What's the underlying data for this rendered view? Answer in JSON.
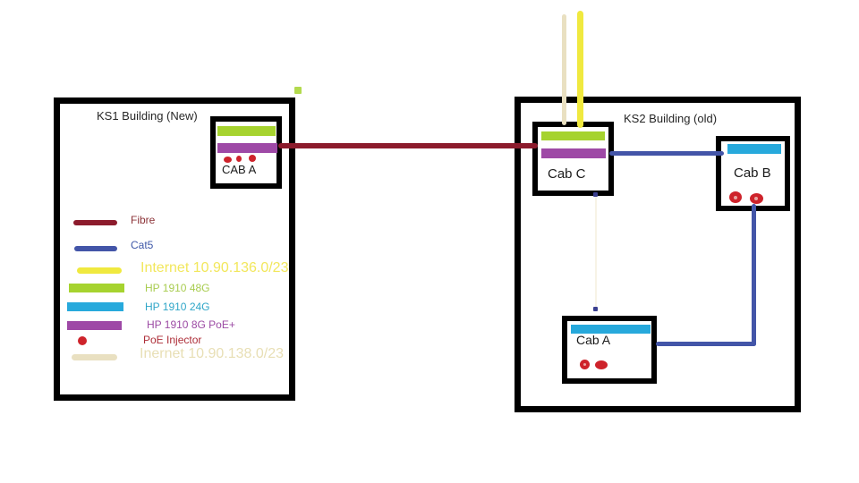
{
  "left_building": {
    "title": "KS1 Building (New)",
    "cab": {
      "label": "CAB A"
    }
  },
  "right_building": {
    "title": "KS2 Building (old)",
    "cab_c": {
      "label": "Cab C"
    },
    "cab_b": {
      "label": "Cab B"
    },
    "cab_a": {
      "label": "Cab A"
    }
  },
  "legend": {
    "items": [
      {
        "name": "fibre",
        "label": "Fibre",
        "swatch_color": "#8C1B2C",
        "text_color": "#8C3338"
      },
      {
        "name": "cat5",
        "label": "Cat5",
        "swatch_color": "#4355A8",
        "text_color": "#3E57A8"
      },
      {
        "name": "internet-136",
        "label": "Internet 10.90.136.0/23",
        "swatch_color": "#F0E93F",
        "text_color": "#F2E75C"
      },
      {
        "name": "hp-1910-48g",
        "label": "HP 1910 48G",
        "swatch_color": "#A6D32F",
        "text_color": "#A8CC4F"
      },
      {
        "name": "hp-1910-24g",
        "label": "HP 1910 24G",
        "swatch_color": "#27A9DC",
        "text_color": "#2FA6C8"
      },
      {
        "name": "hp-1910-8g-poe",
        "label": "HP 1910 8G PoE+",
        "swatch_color": "#9E49A6",
        "text_color": "#9C4BA4"
      },
      {
        "name": "poe-injector",
        "label": "PoE Injector",
        "swatch_color": "#CE232B",
        "text_color": "#AD2E38"
      },
      {
        "name": "internet-138",
        "label": "Inernet 10.90.138.0/23",
        "swatch_color": "#E9E0C1",
        "text_color": "#E8DFB5"
      }
    ]
  },
  "connections": {
    "fibre_color": "#8C1B2C",
    "cat5_color": "#4355A8",
    "internet_136_color": "#F0E93F",
    "internet_138_color": "#E9E0C1",
    "faint_line_color": "#F7F3E6",
    "endpoint_dot_color": "#3A3F8F"
  },
  "device_colors": {
    "hp_1910_48g": "#A6D32F",
    "hp_1910_24g": "#27A9DC",
    "hp_1910_8g_poe": "#9E49A6",
    "poe_injector": "#CE232B"
  }
}
